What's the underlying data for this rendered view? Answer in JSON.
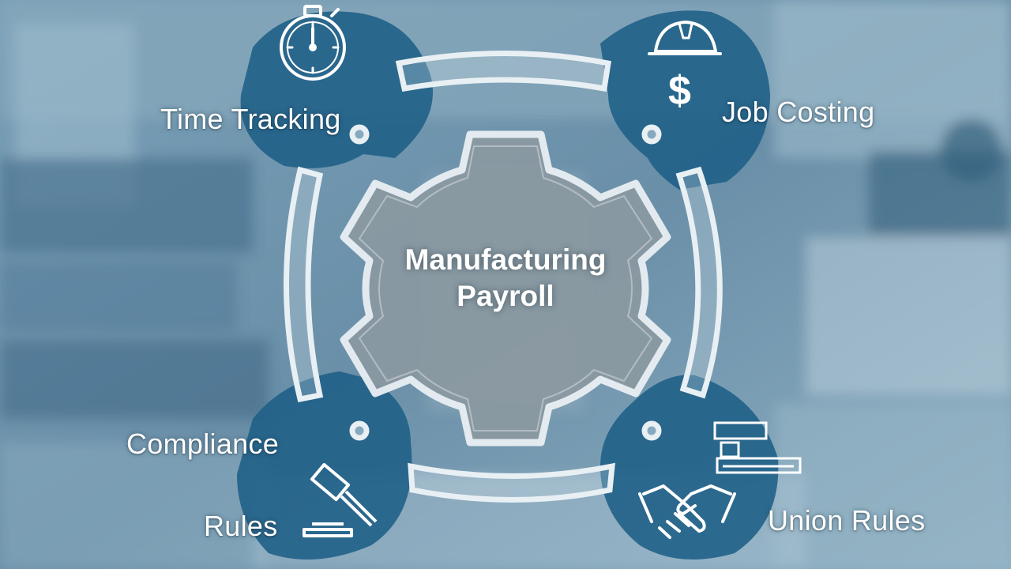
{
  "center": {
    "line1": "Manufacturing",
    "line2": "Payroll"
  },
  "segments": {
    "time_tracking": {
      "label": "Time Tracking",
      "icon": "stopwatch-icon"
    },
    "job_costing": {
      "label": "Job Costing",
      "icon": "dollar-cloche-icon"
    },
    "compliance": {
      "line1": "Compliance",
      "line2": "Rules",
      "icon": "gavel-icon"
    },
    "union_rules": {
      "label": "Union Rules",
      "icon": "handshake-icon"
    }
  },
  "colors": {
    "background": "#6f93ab",
    "disc_blue": "#1e5f86",
    "gear_fill": "#8c9aa3",
    "outline": "#e6eef3"
  }
}
